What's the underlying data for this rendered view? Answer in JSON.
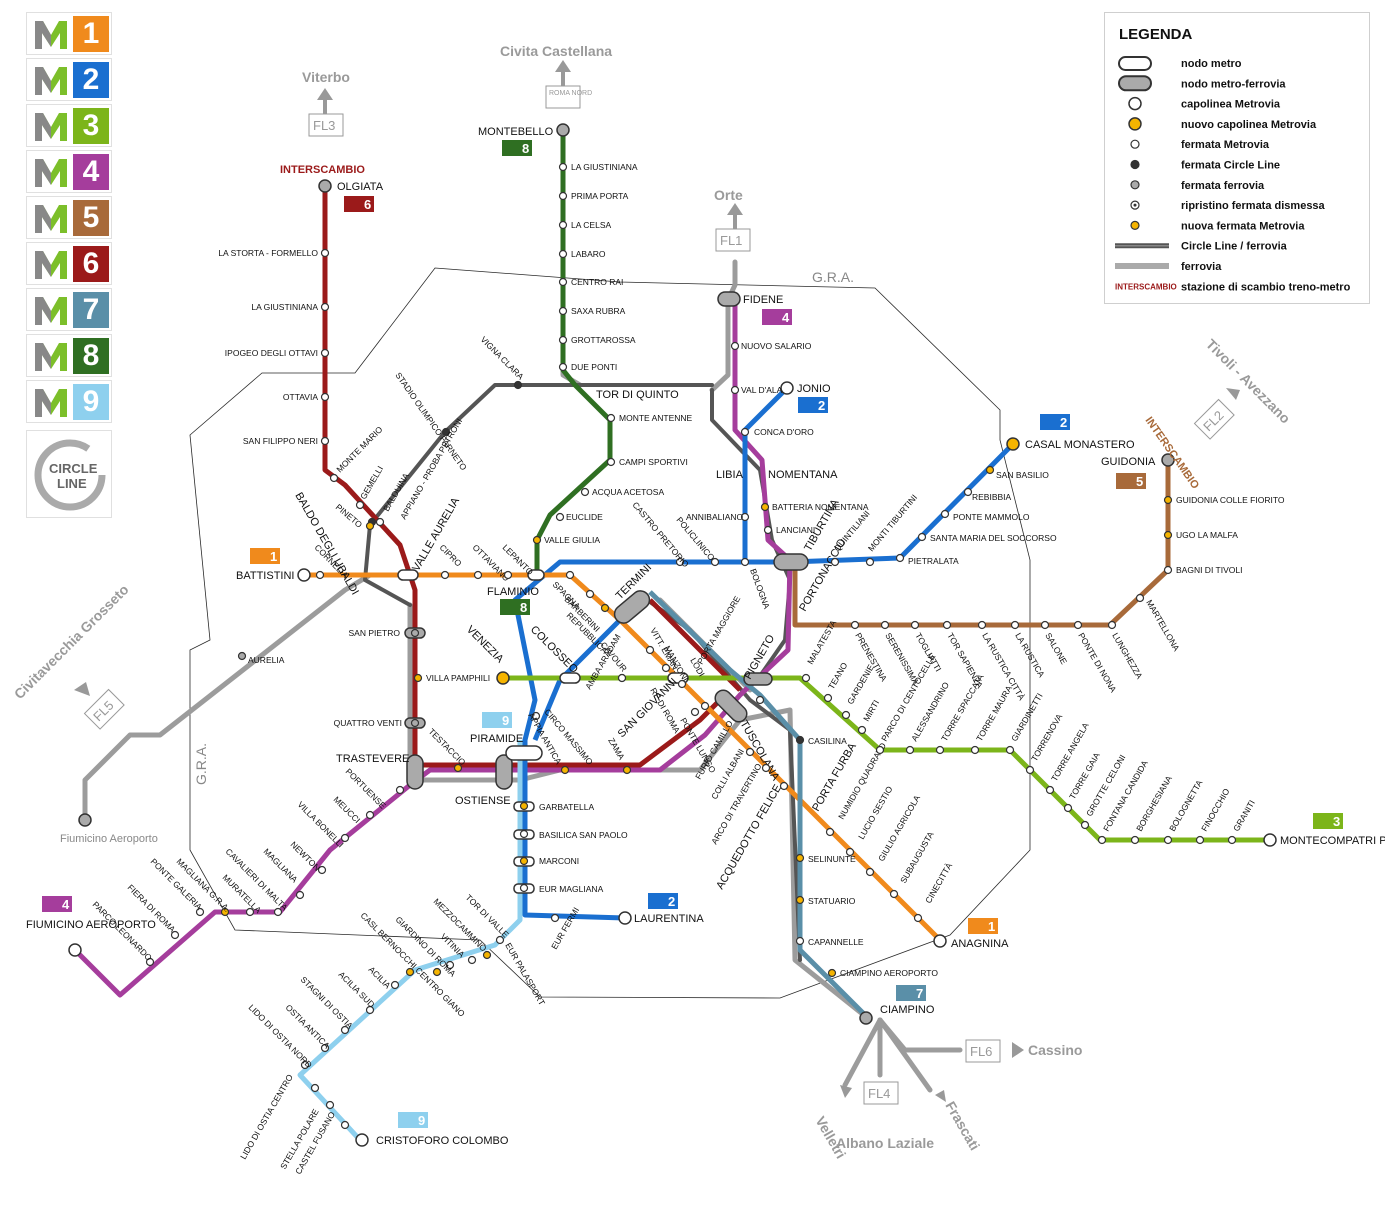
{
  "legend": {
    "title": "LEGENDA",
    "items": [
      {
        "label": "nodo metro",
        "symbol": "node-white"
      },
      {
        "label": "nodo metro-ferrovia",
        "symbol": "node-grey"
      },
      {
        "label": "capolinea Metrovia",
        "symbol": "circle-white"
      },
      {
        "label": "nuovo capolinea Metrovia",
        "symbol": "circle-yellow"
      },
      {
        "label": "fermata Metrovia",
        "symbol": "dot-white"
      },
      {
        "label": "fermata Circle Line",
        "symbol": "dot-black"
      },
      {
        "label": "fermata ferrovia",
        "symbol": "dot-grey"
      },
      {
        "label": "ripristino fermata dismessa",
        "symbol": "dot-target"
      },
      {
        "label": "nuova fermata Metrovia",
        "symbol": "dot-yellow"
      },
      {
        "label": "Circle Line / ferrovia",
        "symbol": "line-dark"
      },
      {
        "label": "ferrovia",
        "symbol": "line-grey"
      },
      {
        "label": "stazione di scambio treno-metro",
        "symbol": "interscambio",
        "prefix": "INTERSCAMBIO"
      }
    ]
  },
  "lines": [
    {
      "number": "1",
      "color": "#f08a1c"
    },
    {
      "number": "2",
      "color": "#1a6fd0"
    },
    {
      "number": "3",
      "color": "#7cb51a"
    },
    {
      "number": "4",
      "color": "#a53d9c"
    },
    {
      "number": "5",
      "color": "#a86a3a"
    },
    {
      "number": "6",
      "color": "#9b1a1a"
    },
    {
      "number": "7",
      "color": "#5a8fa8"
    },
    {
      "number": "8",
      "color": "#2f6f22"
    },
    {
      "number": "9",
      "color": "#8ed0ee"
    }
  ],
  "circle_line": {
    "text1": "CIRCLE",
    "text2": "LINE"
  },
  "gra": {
    "label": "G.R.A."
  },
  "railways": {
    "fl1": {
      "code": "FL1",
      "dest": "Orte"
    },
    "fl2": {
      "code": "FL2",
      "dest": "Tivoli - Avezzano"
    },
    "fl3": {
      "code": "FL3",
      "dest": "Viterbo"
    },
    "fl4": {
      "code": "FL4",
      "dest1": "Velletri",
      "dest2": "Albano Laziale",
      "dest3": "Frascati"
    },
    "fl5": {
      "code": "FL5",
      "dest": "Civitavecchia Grosseto"
    },
    "fl6": {
      "code": "FL6",
      "dest": "Cassino"
    },
    "roma_nord": {
      "code": "ROMA NORD",
      "dest": "Civita Castellana"
    },
    "fiumicino": {
      "label": "Fiumicino Aeroporto"
    }
  },
  "interscambio": "INTERSCAMBIO",
  "terminals": {
    "olgiata": "OLGIATA",
    "montebello": "MONTEBELLO",
    "fidene": "FIDENE",
    "jonio": "JONIO",
    "casal_monastero": "CASAL MONASTERO",
    "guidonia": "GUIDONIA",
    "battistini": "BATTISTINI",
    "flaminio": "FLAMINIO",
    "termini": "TERMINI",
    "venezia": "VENEZIA",
    "piramide": "PIRAMIDE",
    "trastevere": "TRASTEVERE",
    "ostiense": "OSTIENSE",
    "laurentina": "LAURENTINA",
    "anagnina": "ANAGNINA",
    "ciampino": "CIAMPINO",
    "montecompatri": "MONTECOMPATRI PANTANO",
    "fiumicino_aeroporto": "FIUMICINO AEROPORTO",
    "cristoforo_colombo": "CRISTOFORO COLOMBO",
    "tiburtina": "TIBURTINA",
    "tuscolana": "TUSCOLANA",
    "pigneto": "PIGNETO",
    "portonaccio": "PORTONACCIO",
    "san_giovanni": "SAN GIOVANNI",
    "colosseo": "COLOSSEO",
    "valle_aurelia": "VALLE AURELIA",
    "baldo": "BALDO DEGLI UBALDI",
    "tor_di_quinto": "TOR DI QUINTO",
    "libia": "LIBIA",
    "nomentana": "NOMENTANA",
    "porta_furba": "PORTA FURBA",
    "acquedotto": "ACQUEDOTTO FELICE"
  },
  "stations": {
    "l6": [
      "LA STORTA - FORMELLO",
      "LA GIUSTINIANA",
      "IPOGEO DEGLI OTTAVI",
      "OTTAVIA",
      "SAN FILIPPO NERI",
      "MONTE MARIO",
      "GEMELLI",
      "BALDUINA",
      "SAN PIETRO",
      "QUATTRO VENTI",
      "TESTACCIO",
      "VILLA PAMPHILI"
    ],
    "l8": [
      "LA GIUSTINIANA",
      "PRIMA PORTA",
      "LA CELSA",
      "LABARO",
      "CENTRO RAI",
      "SAXA RUBRA",
      "GROTTAROSSA",
      "DUE PONTI",
      "MONTE ANTENNE",
      "CAMPI SPORTIVI",
      "ACQUA ACETOSA",
      "EUCLIDE",
      "VALLE GIULIA"
    ],
    "l4": [
      "NUOVO SALARIO",
      "VAL D'ALA",
      "CONCA D'ORO",
      "BATTERIA NOMENTANA",
      "LANCIANI"
    ],
    "l2": [
      "SAN BASILIO",
      "REBIBBIA",
      "PONTE MAMMOLO",
      "SANTA MARIA DEL SOCCORSO",
      "PIETRALATA",
      "MONTI TIBURTINI",
      "QUINTILIANI",
      "ANNIBALIANO",
      "POLICLINICO",
      "CASTRO PRETORIO",
      "BOLOGNA",
      "CIRCO MASSIMO",
      "GARBATELLA",
      "BASILICA SAN PAOLO",
      "MARCONI",
      "EUR MAGLIANA",
      "EUR PALASPORT",
      "EUR FERMI"
    ],
    "l5": [
      "GUIDONIA COLLE FIORITO",
      "UGO LA MALFA",
      "BAGNI DI TIVOLI",
      "MARTELLONA",
      "LUNGHEZZA",
      "PONTE DI NONA",
      "SALONE",
      "LA RUSTICA",
      "LA RUSTICA CITTÀ",
      "TOR SAPIENZA",
      "TOGLIATTI",
      "SERENISSIMA",
      "PRENESTINA"
    ],
    "l1": [
      "CORNELIA",
      "CIPRO",
      "OTTAVIANO",
      "LEPANTO",
      "SPAGNA",
      "BARBERINI",
      "REPUBBLICA",
      "VITT. EMAN.",
      "MANZONI",
      "RE DI ROMA",
      "PONTE LUNGO",
      "FURIO CAMILLO",
      "COLLI ALBANI",
      "ARCO DI TRAVERTINO",
      "NUMIDIO QUADRATO",
      "LUCIO SESTIO",
      "GIULIO AGRICOLA",
      "SUBAUGUSTA",
      "CINECITTÀ"
    ],
    "l3": [
      "CAVOUR",
      "AMBA ARADAM",
      "MALATESTA",
      "TEANO",
      "GARDENIE",
      "MIRTI",
      "PARCO DI CENTOCELLE",
      "ALESSANDRINO",
      "TORRE SPACCATA",
      "TORRE MAURA",
      "GIARDINETTI",
      "TORRENOVA",
      "TORRE ANGELA",
      "TORRE GAIA",
      "GROTTE CELONI",
      "FONTANA CANDIDA",
      "BORGHESIANA",
      "BOLOGNETTA",
      "FINOCCHIO",
      "GRANITI"
    ],
    "l7": [
      "CASILINA",
      "SELINUNTE",
      "STATUARIO",
      "CAPANNELLE",
      "CIAMPINO AEROPORTO"
    ],
    "l4s": [
      "PORTUENSE",
      "MEUCCI",
      "VILLA BONELLI",
      "NEWTON",
      "MAGLIANA",
      "CAVALIERI DI MALTA",
      "MURATELLA",
      "MAGLIANA G.R.A.",
      "PONTE GALERIA",
      "FIERA DI ROMA",
      "PARCO LEONARDO",
      "APPIA ANTICA",
      "ZAMA",
      "LODI"
    ],
    "l9": [
      "TOR DI VALLE",
      "MEZZOCAMMINO",
      "VITINIA",
      "GIARDINO DI ROMA",
      "CASL BERNOCCHI CENTRO GIANO",
      "ACILIA",
      "ACILIA SUD",
      "STAGNI DI OSTIA",
      "OSTIA ANTICA",
      "LIDO DI OSTIA NORD",
      "LIDO DI OSTIA CENTRO",
      "STELLA POLARE",
      "CASTEL FUSANO"
    ],
    "cl": [
      "VIGNA CLARA",
      "STADIO OLIMPICO FARNETO",
      "PINETO",
      "APPIANO - PROBA PETRONI",
      "AURELIA",
      "PORTA MAGGIORE"
    ]
  }
}
